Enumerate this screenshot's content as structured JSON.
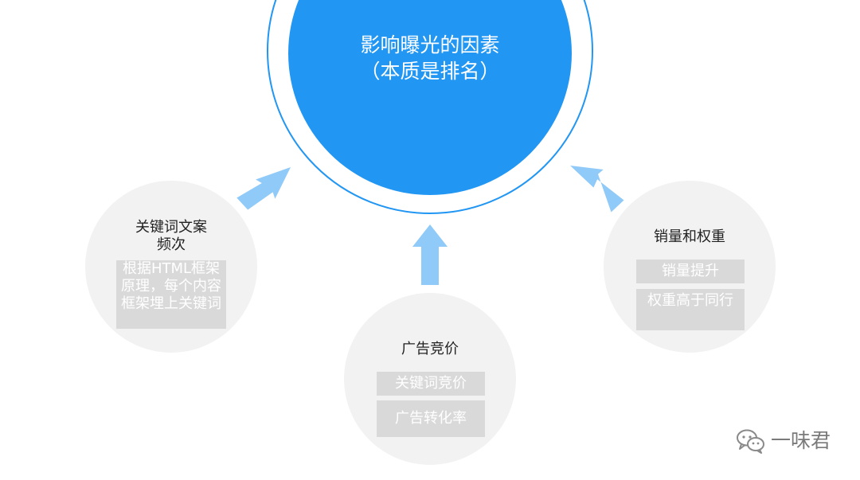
{
  "hub": {
    "title_line1": "影响曝光的因素",
    "title_line2": "（本质是排名）"
  },
  "nodes": {
    "left": {
      "title_line1": "关键词文案",
      "title_line2": "频次",
      "tags": [
        "根据HTML框架原理，每个内容框架埋上关键词"
      ]
    },
    "bottom": {
      "title": "广告竞价",
      "tags": [
        "关键词竞价",
        "广告转化率"
      ]
    },
    "right": {
      "title": "销量和权重",
      "tags": [
        "销量提升",
        "权重高于同行"
      ]
    }
  },
  "watermark": {
    "text": "一味君",
    "icon": "wechat-icon"
  },
  "colors": {
    "hub_fill": "#2196f3",
    "arrow_fill": "#90caf9",
    "node_fill": "#f2f2f2",
    "tag_fill": "#d9d9d9"
  }
}
